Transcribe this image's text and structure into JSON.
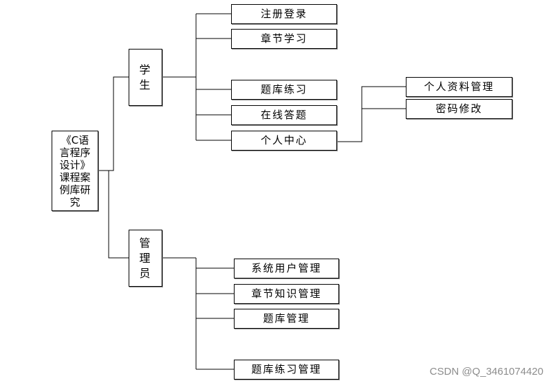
{
  "root": {
    "label": "《C语言程序设计》课程案例库研究"
  },
  "branches": [
    {
      "label": "学生",
      "children": [
        {
          "label": "注册登录"
        },
        {
          "label": "章节学习"
        },
        {
          "label": "题库练习"
        },
        {
          "label": "在线答题"
        },
        {
          "label": "个人中心",
          "children": [
            {
              "label": "个人资料管理"
            },
            {
              "label": "密码修改"
            }
          ]
        }
      ]
    },
    {
      "label": "管理员",
      "children": [
        {
          "label": "系统用户管理"
        },
        {
          "label": "章节知识管理"
        },
        {
          "label": "题库管理"
        },
        {
          "label": "题库练习管理"
        }
      ]
    }
  ],
  "watermark": "CSDN @Q_3461074420"
}
